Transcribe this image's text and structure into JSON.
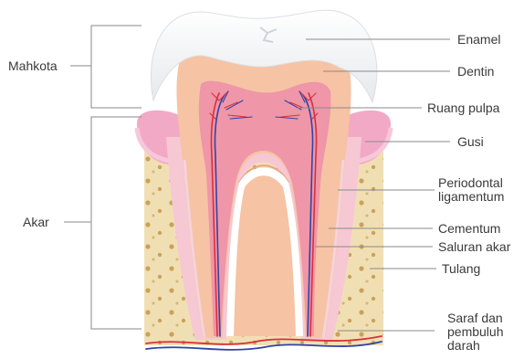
{
  "left_labels": {
    "crown": "Mahkota",
    "root": "Akar"
  },
  "right_labels": {
    "enamel": "Enamel",
    "dentin": "Dentin",
    "pulp_chamber": "Ruang pulpa",
    "gum": "Gusi",
    "periodontal_1": "Periodontal",
    "periodontal_2": "ligamentum",
    "cementum": "Cementum",
    "root_canal": "Saluran akar",
    "bone": "Tulang",
    "nerves_1": "Saraf dan",
    "nerves_2": "pembuluh",
    "nerves_3": "darah"
  },
  "colors": {
    "enamel": "#f3f4f6",
    "dentin": "#f6c3a4",
    "pulp": "#ef96a8",
    "gum": "#f2a9c6",
    "bone": "#f1dfb4",
    "artery": "#d8303c",
    "vein": "#2f44a8",
    "label_text": "#3a3a3a",
    "leader_line": "#8a8a8a"
  }
}
